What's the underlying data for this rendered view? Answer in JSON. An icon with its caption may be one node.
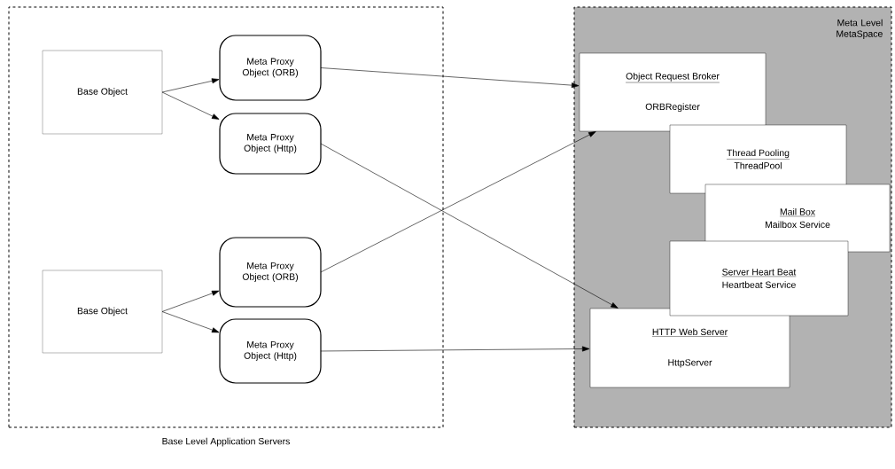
{
  "diagram": {
    "nodes": [
      {
        "text": [
          "Base Level Application Servers"
        ]
      },
      {
        "text": [
          "Base Object"
        ],
        "in": 0
      },
      {
        "text": [
          "Meta Proxy Object (ORB)"
        ],
        "in": 0
      },
      {
        "text": [
          "Meta Proxy Object (Http)"
        ],
        "in": 0
      },
      {
        "text": [
          "Base Object"
        ],
        "in": 0
      },
      {
        "text": [
          "Meta Proxy Object (ORB)"
        ],
        "in": 0
      },
      {
        "text": [
          "Meta Proxy Object (Http)"
        ],
        "in": 0
      },
      {
        "text": [
          "Meta Level MetaSpace"
        ]
      },
      {
        "text": [
          "Object Request Broker",
          "ORBRegister"
        ],
        "in": 7
      },
      {
        "text": [
          "Thread Pooling",
          "ThreadPool"
        ],
        "in": 7
      },
      {
        "text": [
          "Mail Box",
          "Mailbox Service"
        ],
        "in": 7
      },
      {
        "text": [
          "Server Heart Beat",
          "Heartbeat Service"
        ],
        "in": 7
      },
      {
        "text": [
          "HTTP Web Server",
          "HttpServer"
        ],
        "in": 7
      }
    ],
    "edges": [
      {
        "from": 1,
        "to": 2,
        "arrow": "to"
      },
      {
        "from": 1,
        "to": 3,
        "arrow": "to"
      },
      {
        "from": 4,
        "to": 5,
        "arrow": "to"
      },
      {
        "from": 4,
        "to": 6,
        "arrow": "to"
      },
      {
        "from": 2,
        "to": 8,
        "arrow": "to"
      },
      {
        "from": 3,
        "to": 12,
        "arrow": "to"
      },
      {
        "from": 5,
        "to": 8,
        "arrow": "to"
      },
      {
        "from": 6,
        "to": 12,
        "arrow": "to"
      }
    ]
  }
}
